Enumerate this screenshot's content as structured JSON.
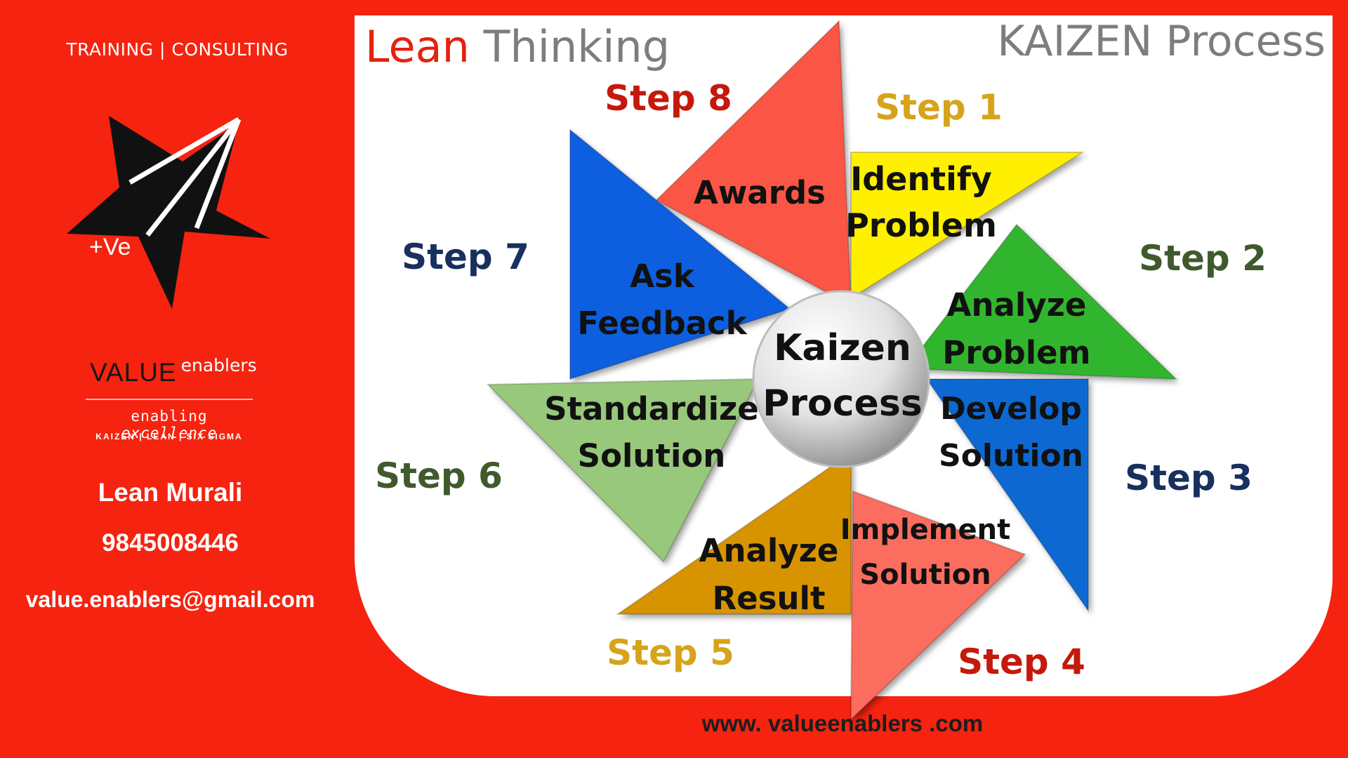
{
  "sidebar": {
    "tagline": "TRAINING | CONSULTING",
    "logo_mark": "+Ve",
    "brand_value": "VALUE",
    "brand_enablers": "enablers",
    "slogan_prefix": "enabling ",
    "slogan_emphasis": "excellence",
    "brand_sub": "KAIZEN | LEAN | SIX SIGMA",
    "contact_name": "Lean Murali",
    "contact_phone": "9845008446",
    "contact_email": "value.enablers@gmail.com"
  },
  "header": {
    "title_lean": "Lean",
    "title_thinking": "Thinking",
    "title_right": "KAIZEN Process"
  },
  "diagram": {
    "center_line1": "Kaizen",
    "center_line2": "Process",
    "steps": [
      {
        "step": "Step 1",
        "line1": "Identify",
        "line2": "Problem",
        "color": "#ffef00",
        "label_color": "#d7a31a"
      },
      {
        "step": "Step 2",
        "line1": "Analyze",
        "line2": "Problem",
        "color": "#32b52e",
        "label_color": "#3f5a2c"
      },
      {
        "step": "Step 3",
        "line1": "Develop",
        "line2": "Solution",
        "color": "#0a68d2",
        "label_color": "#17305e"
      },
      {
        "step": "Step 4",
        "line1": "Implement",
        "line2": "Solution",
        "color": "#fb6d5e",
        "label_color": "#c4190c"
      },
      {
        "step": "Step 5",
        "line1": "Analyze",
        "line2": "Result",
        "color": "#d89404",
        "label_color": "#d7a31a"
      },
      {
        "step": "Step 6",
        "line1": "Standardize",
        "line2": "Solution",
        "color": "#98c87c",
        "label_color": "#3f5a2c"
      },
      {
        "step": "Step 7",
        "line1": "Ask",
        "line2": "Feedback",
        "color": "#0a5fe0",
        "label_color": "#17305e"
      },
      {
        "step": "Step 8",
        "line1": "Awards",
        "line2": "",
        "color": "#fb5644",
        "label_color": "#c4190c"
      }
    ]
  },
  "footer": {
    "website": "www. valueenablers .com"
  }
}
